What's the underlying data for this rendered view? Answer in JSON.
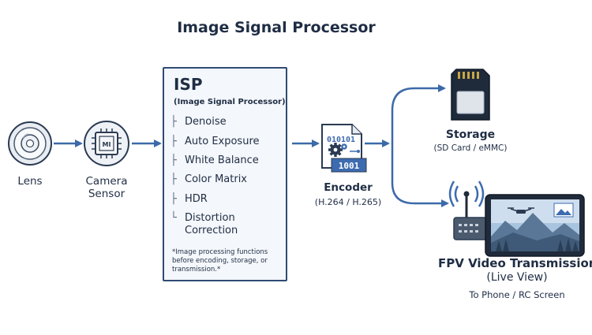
{
  "title": "Image Signal Processor",
  "nodes": {
    "lens": {
      "label": "Lens"
    },
    "camera_sensor": {
      "label_line1": "Camera",
      "label_line2": "Sensor",
      "chip_text": "MI"
    },
    "isp": {
      "title": "ISP",
      "subtitle": "(Image Signal Processor)",
      "functions": [
        "Denoise",
        "Auto Exposure",
        "White Balance",
        "Color Matrix",
        "HDR",
        "Distortion Correction"
      ],
      "note": "*Image processing functions before encoding, storage, or transmission.*"
    },
    "encoder": {
      "label": "Encoder",
      "sublabel": "(H.264 / H.265)",
      "binary_top": "010101",
      "binary_bottom": "1001"
    },
    "storage": {
      "label": "Storage",
      "sublabel": "(SD Card / eMMC)"
    },
    "fpv": {
      "label": "FPV Video Transmission",
      "sublabel": "(Live View)",
      "sublabel2": "To Phone / RC Screen"
    }
  },
  "colors": {
    "arrow": "#3b6aa8",
    "dark": "#1f2d44",
    "panel_border": "#2f4b74",
    "panel_fill": "#f4f7fb",
    "encoder_blue": "#3d6bb0"
  }
}
